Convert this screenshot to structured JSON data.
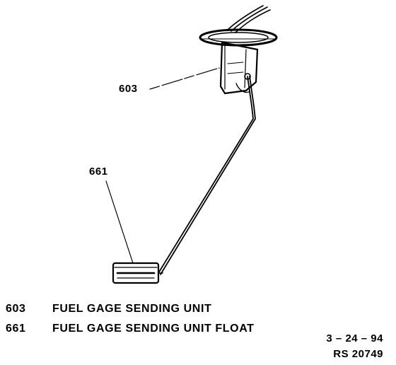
{
  "callouts": {
    "sending_unit": "603",
    "float": "661"
  },
  "legend": [
    {
      "number": "603",
      "description": "FUEL GAGE SENDING UNIT"
    },
    {
      "number": "661",
      "description": "FUEL GAGE SENDING UNIT FLOAT"
    }
  ],
  "reference": {
    "date": "3 – 24 – 94",
    "code": "RS 20749"
  }
}
